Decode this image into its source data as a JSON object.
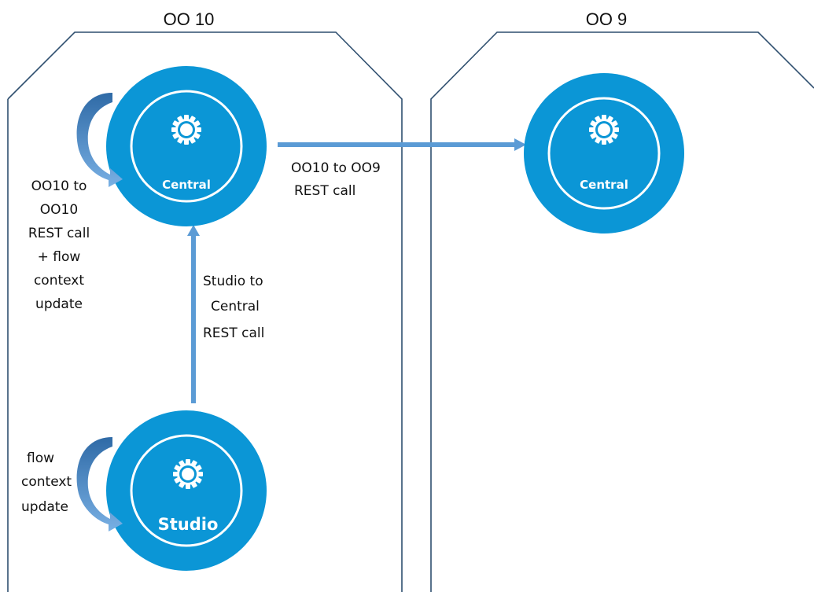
{
  "zones": {
    "left_title": "OO 10",
    "right_title": "OO 9"
  },
  "nodes": {
    "central_left": {
      "label": "Central",
      "icon": "gear-icon"
    },
    "central_right": {
      "label": "Central",
      "icon": "gear-icon"
    },
    "studio": {
      "label": "Studio",
      "icon": "gear-icon"
    }
  },
  "edges": {
    "oo10_to_oo9": [
      "OO10 to OO9",
      "REST call"
    ],
    "studio_to_central": [
      "Studio to",
      "Central",
      "REST call"
    ],
    "central_self": [
      "OO10 to",
      "OO10",
      "REST call",
      "+ flow",
      "context",
      "update"
    ],
    "studio_self": [
      "flow",
      "context",
      "update"
    ]
  },
  "colors": {
    "node_fill": "#0b96d6",
    "zone_stroke": "#2f4f6f",
    "arrow": "#5b9bd5",
    "curved_arrow": "#3d7ab8"
  }
}
